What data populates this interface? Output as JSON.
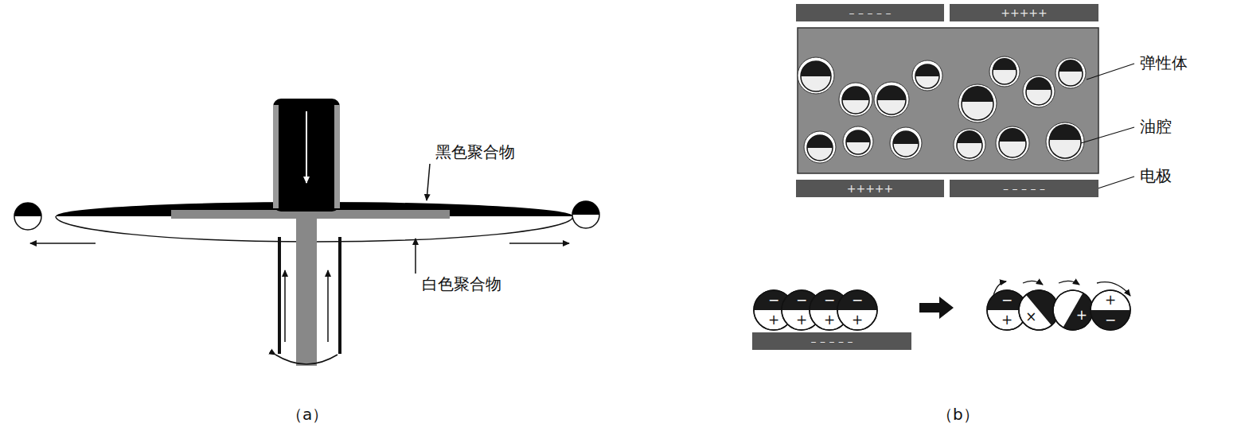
{
  "diagram": {
    "nodes": [
      {
        "text": [
          "– – – – –"
        ]
      },
      {
        "text": [
          "+++++"
        ]
      },
      {
        "text": [
          "+++++"
        ]
      },
      {
        "text": [
          "– – – – –"
        ]
      },
      {
        "text": [
          "– – – – –"
        ]
      },
      {
        "text": [
          "−",
          "+"
        ]
      },
      {
        "text": [
          "−",
          "+"
        ]
      },
      {
        "text": [
          "−",
          "+"
        ]
      },
      {
        "text": [
          "−",
          "+"
        ]
      },
      {
        "text": [
          "−",
          "+"
        ]
      },
      {
        "text": [
          "×"
        ]
      },
      {
        "text": [
          "+"
        ]
      },
      {
        "text": [
          "−",
          "+"
        ]
      }
    ],
    "labels": [
      "黑色聚合物",
      "白色聚合物",
      "弹性体",
      "油腔",
      "电极",
      "（a）",
      "（b）"
    ]
  }
}
